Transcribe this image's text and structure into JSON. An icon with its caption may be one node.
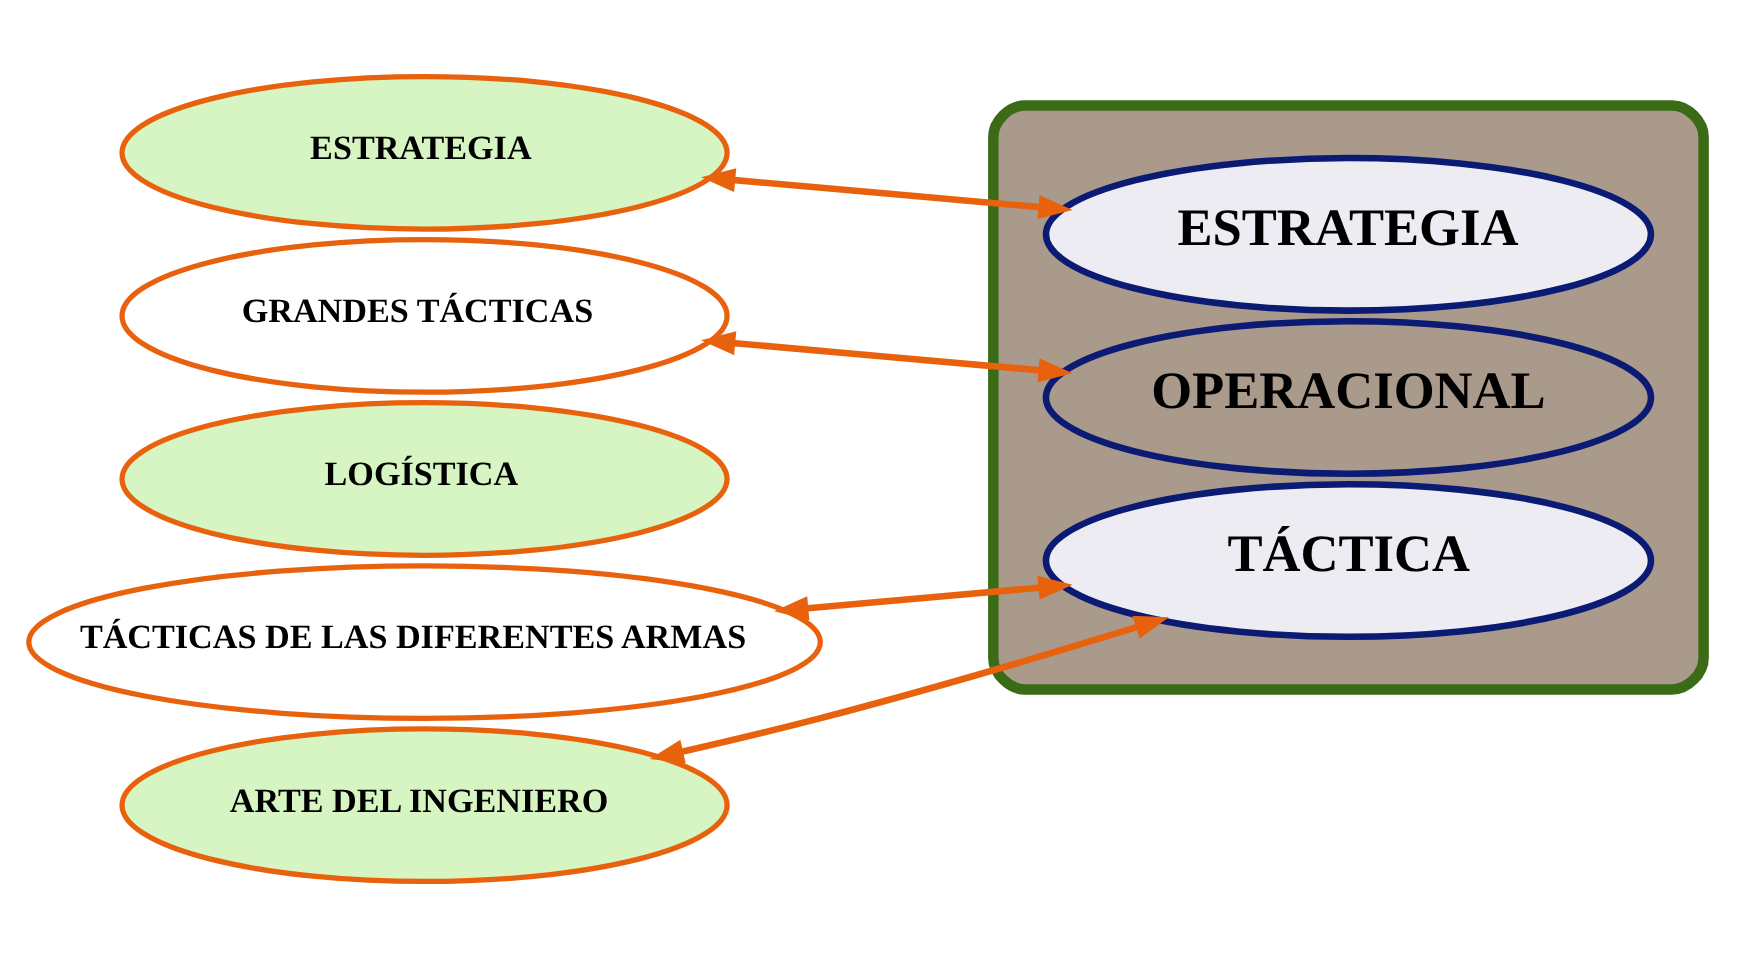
{
  "diagram": {
    "nodes": [
      {
        "text": [],
        "shape": "bubble"
      },
      {
        "text": [
          "ESTRATEGIA"
        ],
        "in": 0
      },
      {
        "text": [
          "OPERACIONAL"
        ],
        "in": 0
      },
      {
        "text": [
          "TÁCTICA"
        ],
        "in": 0
      },
      {
        "text": [
          "ESTRATEGIA"
        ]
      },
      {
        "text": [
          "GRANDES TÁCTICAS"
        ]
      },
      {
        "text": [
          "LOGÍSTICA"
        ]
      },
      {
        "text": [
          "TÁCTICAS DE LAS DIFERENTES ARMAS"
        ]
      },
      {
        "text": [
          "ARTE DEL INGENIERO"
        ]
      }
    ],
    "edges": [
      {
        "from": 1,
        "to": 4,
        "arrow": "both"
      },
      {
        "from": 2,
        "to": 5,
        "arrow": "both"
      },
      {
        "from": 3,
        "to": 7,
        "arrow": "both"
      },
      {
        "from": 3,
        "to": 8,
        "arrow": "both"
      }
    ]
  }
}
